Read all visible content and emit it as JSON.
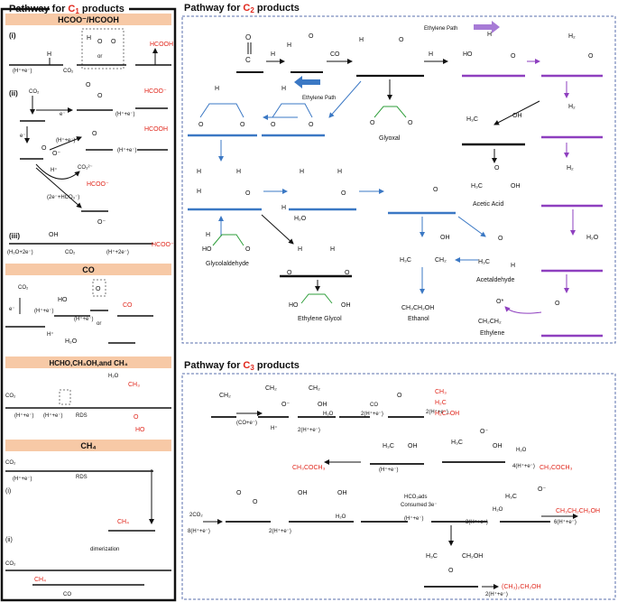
{
  "colors": {
    "red": "#e0261b",
    "blue": "#3b78c4",
    "purple": "#8e3fbf",
    "green": "#2e9e3a",
    "peach": "#f7c9a6",
    "dashed_border": "#5a6fae"
  },
  "c1": {
    "title_prefix": "Pathway for ",
    "title_c": "C",
    "title_sub": "1",
    "title_suffix": " products",
    "section1": {
      "header": "HCOO⁻/HCOOH",
      "i_label": "(i)",
      "ii_label": "(ii)",
      "iii_label": "(iii)",
      "step_h_e": "(H⁺+e⁻)",
      "co2": "CO₂",
      "or": "or",
      "hcooh": "HCOOH",
      "hcoo": "HCOO⁻",
      "e": "e⁻",
      "h_plus": "H⁺",
      "co3": "CO₃²⁻",
      "hco3": "(2e⁻+HCO₃⁻)",
      "iii_left": "(H₂O+2e⁻)",
      "iii_mid": "(H⁺+2e⁻)"
    },
    "section2": {
      "header": "CO",
      "co": "CO",
      "h2o": "H₂O",
      "or": "or"
    },
    "section3": {
      "header": "HCHO,CH₃OH,and  CH₄",
      "rds": "RDS"
    },
    "section4": {
      "header": "CH₄",
      "i_label": "(i)",
      "ii_label": "(ii)",
      "ch4": "CH₄",
      "dimerization": "dimerization",
      "co": "CO"
    }
  },
  "c2": {
    "title_prefix": "Pathway for ",
    "title_c": "C",
    "title_sub": "2",
    "title_suffix": " products",
    "ethylene_path": "Ethylene Path",
    "h": "H",
    "co": "CO",
    "o": "O",
    "glyoxal": "Glyoxal",
    "acetic_acid": "Acetic Acid",
    "acetaldehyde": "Acetaldehyde",
    "glycolaldehyde": "Glycolaldehyde",
    "ethylene_glycol": "Ethylene Glycol",
    "ethanol": "Ethanol",
    "ethanol_formula": "CH₃CH₂OH",
    "ethylene": "Ethylene",
    "ethylene_formula": "CH₂CH₂",
    "h2o": "H₂O",
    "o_dot": "O*",
    "ch3": "H₃C",
    "ch2": "H₂C"
  },
  "c3": {
    "title_prefix": "Pathway for ",
    "title_c": "C",
    "title_sub": "3",
    "title_suffix": " products",
    "co_e": "(CO+e⁻)",
    "h_plus": "H⁺",
    "two_h_e": "2(H⁺+e⁻)",
    "h_e": "(H⁺+e⁻)",
    "four_h_e": "4(H⁺+e⁻)",
    "three_h_e": "3(H⁺+e⁻)",
    "six_h_e": "6(H⁺+e⁻)",
    "eight_h_e": "8(H⁺+e⁻)",
    "co": "CO",
    "h2o": "H₂O",
    "acetone": "CH₃COCH₃",
    "propanol": "CH₃CH₂CH₂OH",
    "isopropanol": "(CH₃)₂CH₂OH",
    "two_co2": "2CO₂",
    "hco_ads": "HCO₃ads",
    "consumed": "Consumed 3e⁻",
    "ch2": "CH₂"
  }
}
